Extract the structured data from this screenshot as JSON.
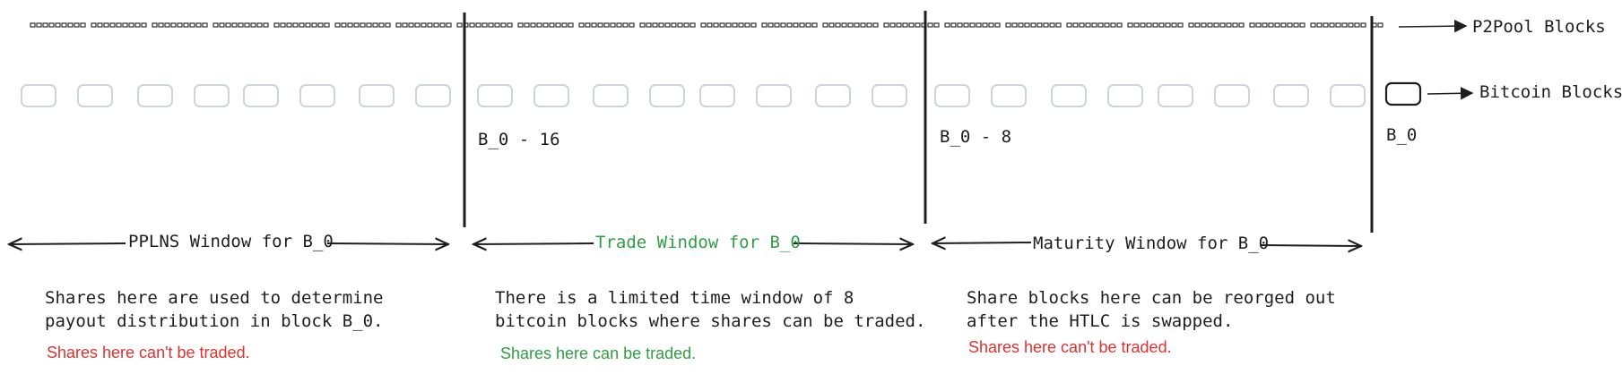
{
  "legend": {
    "p2pool_label": "P2Pool Blocks",
    "bitcoin_label": "Bitcoin Blocks"
  },
  "block_labels": {
    "b16": "B_0 - 16",
    "b8": "B_0 - 8",
    "b0": "B_0"
  },
  "windows": {
    "pplns": "PPLNS Window for B_0",
    "trade": "Trade Window for B_0",
    "maturity": "Maturity Window for B_0"
  },
  "descriptions": {
    "pplns": [
      "Shares here are used to determine",
      "payout distribution in block B_0."
    ],
    "trade": [
      "There is a limited time window of 8",
      "bitcoin blocks where shares can be traded."
    ],
    "maturity": [
      "Share blocks here can be reorged out",
      "after the HTLC is swapped."
    ]
  },
  "notes": {
    "pplns": "Shares here can't be traded.",
    "trade": "Shares here can be traded.",
    "maturity": "Shares here can't be traded."
  },
  "colors": {
    "ink": "#1e1e1e",
    "faded_block": "#ced4da",
    "red": "#e03131",
    "green": "#2f9e44"
  },
  "counts": {
    "bitcoin_blocks_faded": 24,
    "bitcoin_blocks_current": 1
  }
}
